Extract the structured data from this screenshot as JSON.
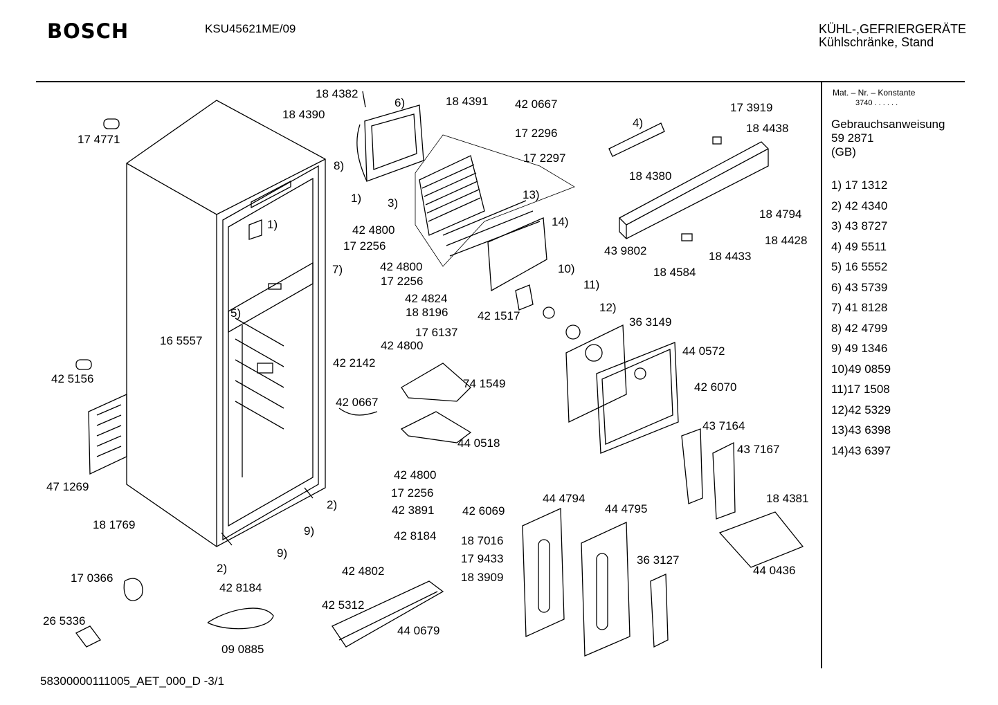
{
  "header": {
    "brand": "BOSCH",
    "model": "KSU45621ME/09",
    "category_line1": "KÜHL-,GEFRIERGERÄTE",
    "category_line2": "Kühlschränke, Stand"
  },
  "sidebar": {
    "mat_label": "Mat. – Nr. – Konstante",
    "mat_value": "3740 . .   . . . .",
    "manual_title": "Gebrauchsanweisung",
    "manual_number": "59 2871",
    "manual_lang": "(GB)",
    "legend": [
      "1)  17 1312",
      "2)  42 4340",
      "3)  43 8727",
      "4)  49 5511",
      "5)  16 5552",
      "6)  43 5739",
      "7)  41 8128",
      "8)  42 4799",
      "9)  49 1346",
      "10)49 0859",
      "11)17 1508",
      "12)42 5329",
      "13)43 6398",
      "14)43 6397"
    ]
  },
  "parts": [
    "17 4771",
    "18 4382",
    "18 4390",
    "6)",
    "18 4391",
    "42 0667",
    "17 2296",
    "17 2297",
    "8)",
    "1)",
    "3)",
    "13)",
    "14)",
    "42 4800",
    "17 2256",
    "1)",
    "7)",
    "42 4800",
    "17 2256",
    "42 4824",
    "18 8196",
    "17 6137",
    "42 4800",
    "5)",
    "16 5557",
    "42 2142",
    "42 5156",
    "4)",
    "17 3919",
    "18 4438",
    "18 4380",
    "18 4794",
    "43 9802",
    "18 4584",
    "18 4433",
    "18 4428",
    "10)",
    "11)",
    "12)",
    "42 1517",
    "36 3149",
    "44 0572",
    "74 1549",
    "42 0667",
    "44 0518",
    "42 6070",
    "43 7164",
    "43 7167",
    "47 1269",
    "18 1769",
    "42 4800",
    "17 2256",
    "42 3891",
    "42 8184",
    "42 4802",
    "2)",
    "9)",
    "9)",
    "2)",
    "42 8184",
    "42 6069",
    "44 4794",
    "44 4795",
    "18 4381",
    "18 7016",
    "17 9433",
    "18 3909",
    "36 3127",
    "44 0436",
    "17 0366",
    "26 5336",
    "09 0885",
    "42 5312",
    "44 0679"
  ],
  "footer": {
    "code": "58300000111005_AET_000_D  -3/1"
  }
}
